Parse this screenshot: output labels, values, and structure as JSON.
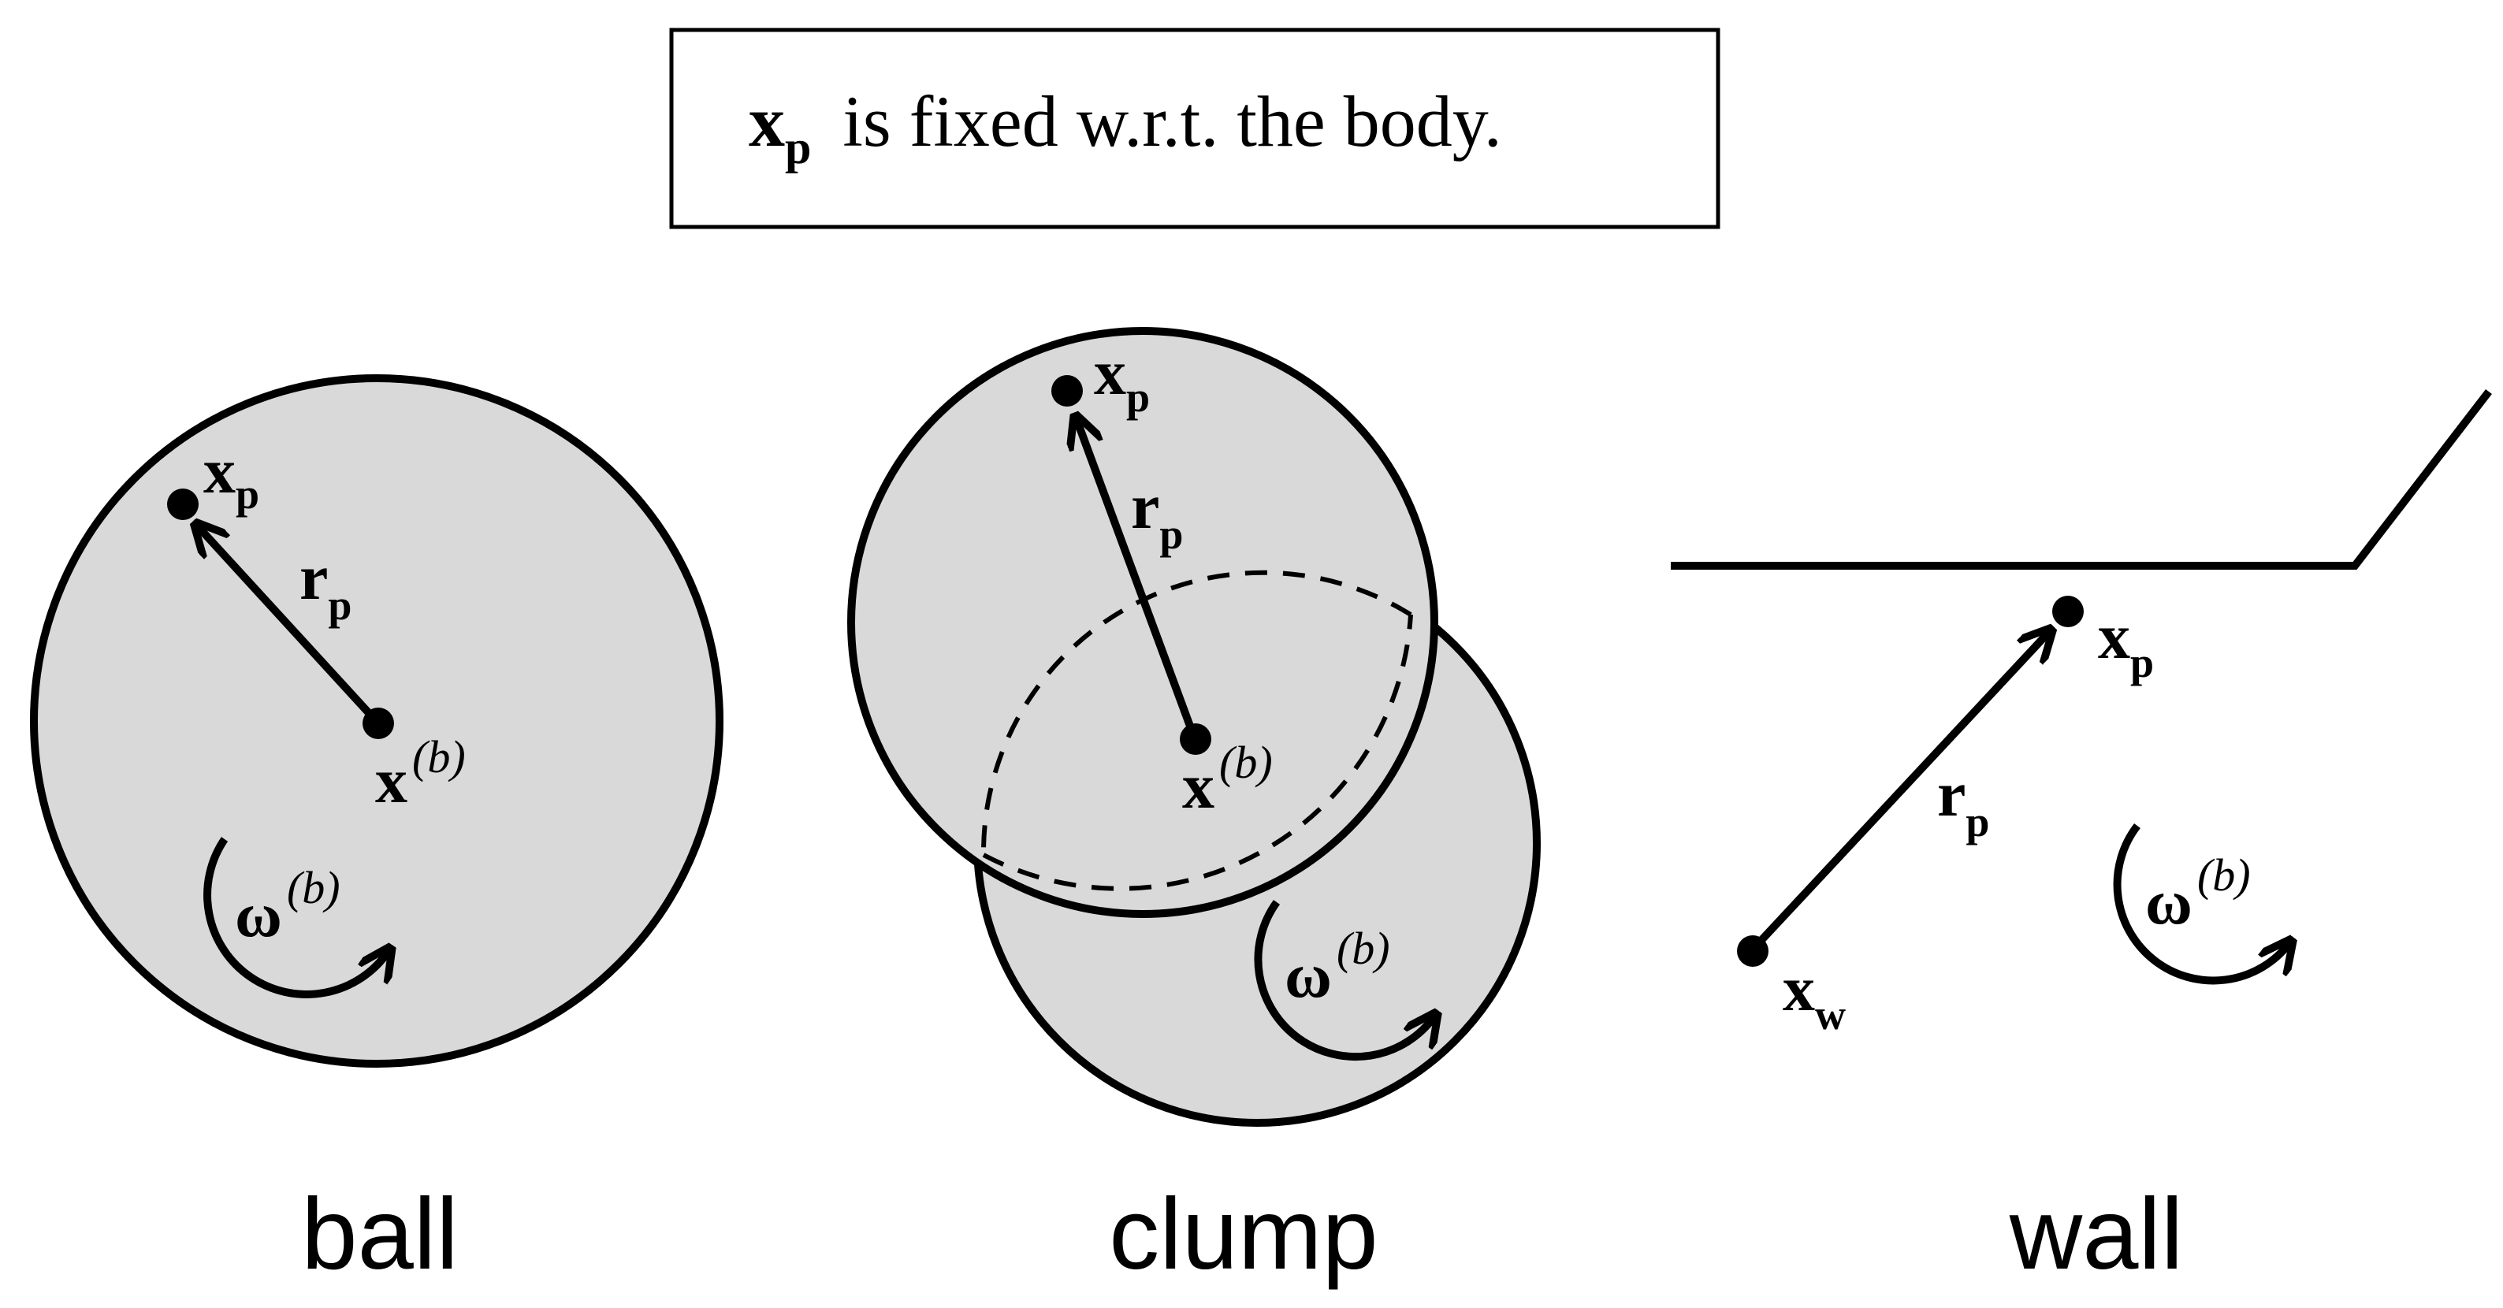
{
  "caption": {
    "symbol": "x",
    "symbol_sub": "p",
    "text": "is  fixed w.r.t. the body."
  },
  "panels": {
    "ball": {
      "label": "ball",
      "point_symbol": "x",
      "point_sub": "p",
      "vector_symbol": "r",
      "vector_sub": "p",
      "center_symbol": "x",
      "center_sup": "(b)",
      "rotation_symbol": "ω",
      "rotation_sup": "(b)"
    },
    "clump": {
      "label": "clump",
      "point_symbol": "x",
      "point_sub": "p",
      "vector_symbol": "r",
      "vector_sub": "p",
      "center_symbol": "x",
      "center_sup": "(b)",
      "rotation_symbol": "ω",
      "rotation_sup": "(b)"
    },
    "wall": {
      "label": "wall",
      "point_symbol": "x",
      "point_sub": "p",
      "vector_symbol": "r",
      "vector_sub": "p",
      "origin_symbol": "x",
      "origin_sub": "w",
      "rotation_symbol": "ω",
      "rotation_sup": "(b)"
    }
  },
  "colors": {
    "body_fill": "#d9d9d9",
    "stroke": "#000000",
    "background": "#ffffff"
  }
}
